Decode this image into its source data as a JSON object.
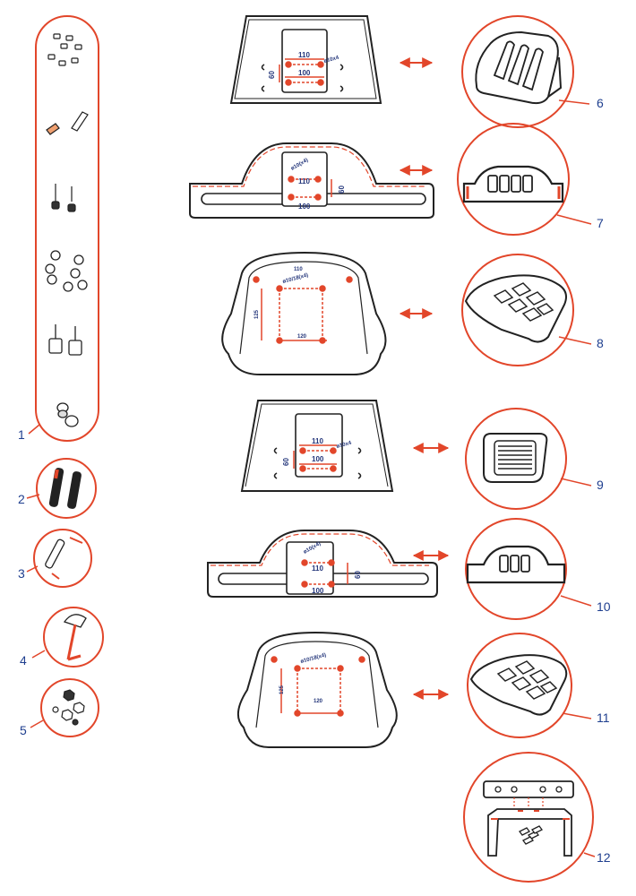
{
  "callouts": {
    "c1": "1",
    "c2": "2",
    "c3": "3",
    "c4": "4",
    "c5": "5",
    "c6": "6",
    "c7": "7",
    "c8": "8",
    "c9": "9",
    "c10": "10",
    "c11": "11",
    "c12": "12"
  },
  "dimensions": {
    "d6_top": "110",
    "d6_bottom": "100",
    "d6_side": "60",
    "d6_hole": "ø10x4",
    "d7_top": "110",
    "d7_bottom": "100",
    "d7_side": "60",
    "d7_hole": "ø10(x4)",
    "d8_top": "110",
    "d8_bottom": "120",
    "d8_side": "125",
    "d8_hole": "ø10/18(x4)",
    "d9_top": "110",
    "d9_bottom": "100",
    "d9_side": "60",
    "d9_hole": "ø10x4",
    "d10_top": "110",
    "d10_bottom": "100",
    "d10_side": "60",
    "d10_hole": "ø10(x4)",
    "d11_bottom": "120",
    "d11_side": "125",
    "d11_hole": "ø10/18(x4)"
  },
  "colors": {
    "accent": "#e2462a",
    "outline": "#222222",
    "label": "#1f3f8f"
  }
}
